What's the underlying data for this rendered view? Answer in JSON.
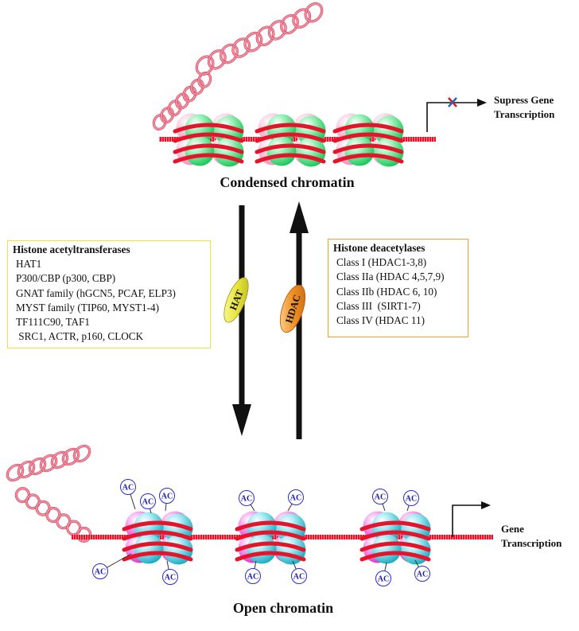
{
  "labels": {
    "condensed": "Condensed chromatin",
    "open": "Open chromatin",
    "suppress_line1": "Supress Gene",
    "suppress_line2": "Transcription",
    "gene_line1": "Gene",
    "gene_line2": "Transcription",
    "hat": "HAT",
    "hdac": "HDAC",
    "acetyl": "AC"
  },
  "hat_box": {
    "title": "Histone acetyltransferases",
    "items": [
      "HAT1",
      "P300/CBP (p300, CBP)",
      "GNAT family (hGCN5, PCAF, ELP3)",
      "MYST family (TIP60, MYST1-4)",
      "TF111C90, TAF1",
      " SRC1, ACTR, p160, CLOCK"
    ]
  },
  "hdac_box": {
    "title": "Histone deacetylases",
    "items": [
      "Class I (HDAC1-3,8)",
      "Class IIa (HDAC 4,5,7,9)",
      "Class IIb (HDAC 6, 10)",
      "Class III  (SIRT1-7)",
      "Class IV (HDAC 11)"
    ]
  },
  "colors": {
    "dna": "#e8122a",
    "helix": "#f28ea0",
    "green": "#2bdc6a",
    "pink": "#f5a9c8",
    "cyan": "#22bfd0",
    "magenta": "#e640d8",
    "hat_badge": "#e6e63a",
    "hdac_badge": "#f08a20",
    "hat_box_border": "#f2e23a",
    "hdac_box_border": "#f0a030",
    "ac_ring": "#2a2ad0"
  }
}
